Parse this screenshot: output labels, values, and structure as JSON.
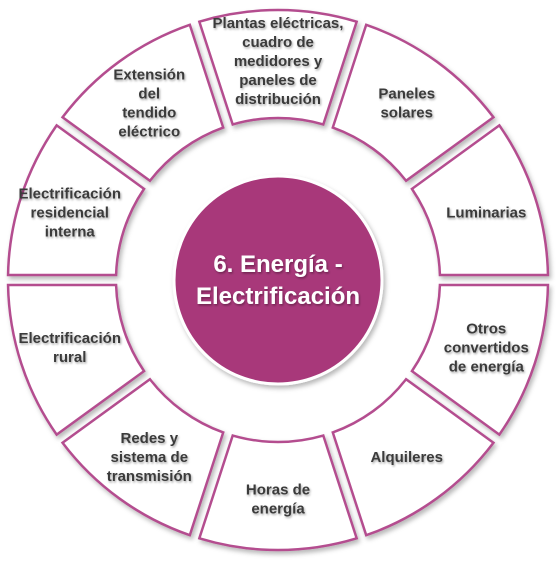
{
  "center": {
    "lines": [
      "6. Energía -",
      "Electrificación"
    ]
  },
  "segments": [
    {
      "lines": [
        "Plantas eléctricas,",
        "cuadro de",
        "medidores y",
        "paneles de",
        "distribución"
      ]
    },
    {
      "lines": [
        "Paneles",
        "solares"
      ]
    },
    {
      "lines": [
        "Luminarias"
      ]
    },
    {
      "lines": [
        "Otros",
        "convertidos",
        "de energía"
      ]
    },
    {
      "lines": [
        "Alquileres"
      ]
    },
    {
      "lines": [
        "Horas de",
        "energía"
      ]
    },
    {
      "lines": [
        "Redes y",
        "sistema de",
        "transmisión"
      ]
    },
    {
      "lines": [
        "Electrificación",
        "rural"
      ]
    },
    {
      "lines": [
        "Electrificación",
        "residencial",
        "interna"
      ]
    },
    {
      "lines": [
        "Extensión",
        "del",
        "tendido",
        "eléctrico"
      ]
    }
  ],
  "colors": {
    "accent": "#b44d8f",
    "center_fill": "#a8397a",
    "ring_fill": "#ffffff",
    "text": "#3a3a3a",
    "center_text": "#ffffff"
  }
}
